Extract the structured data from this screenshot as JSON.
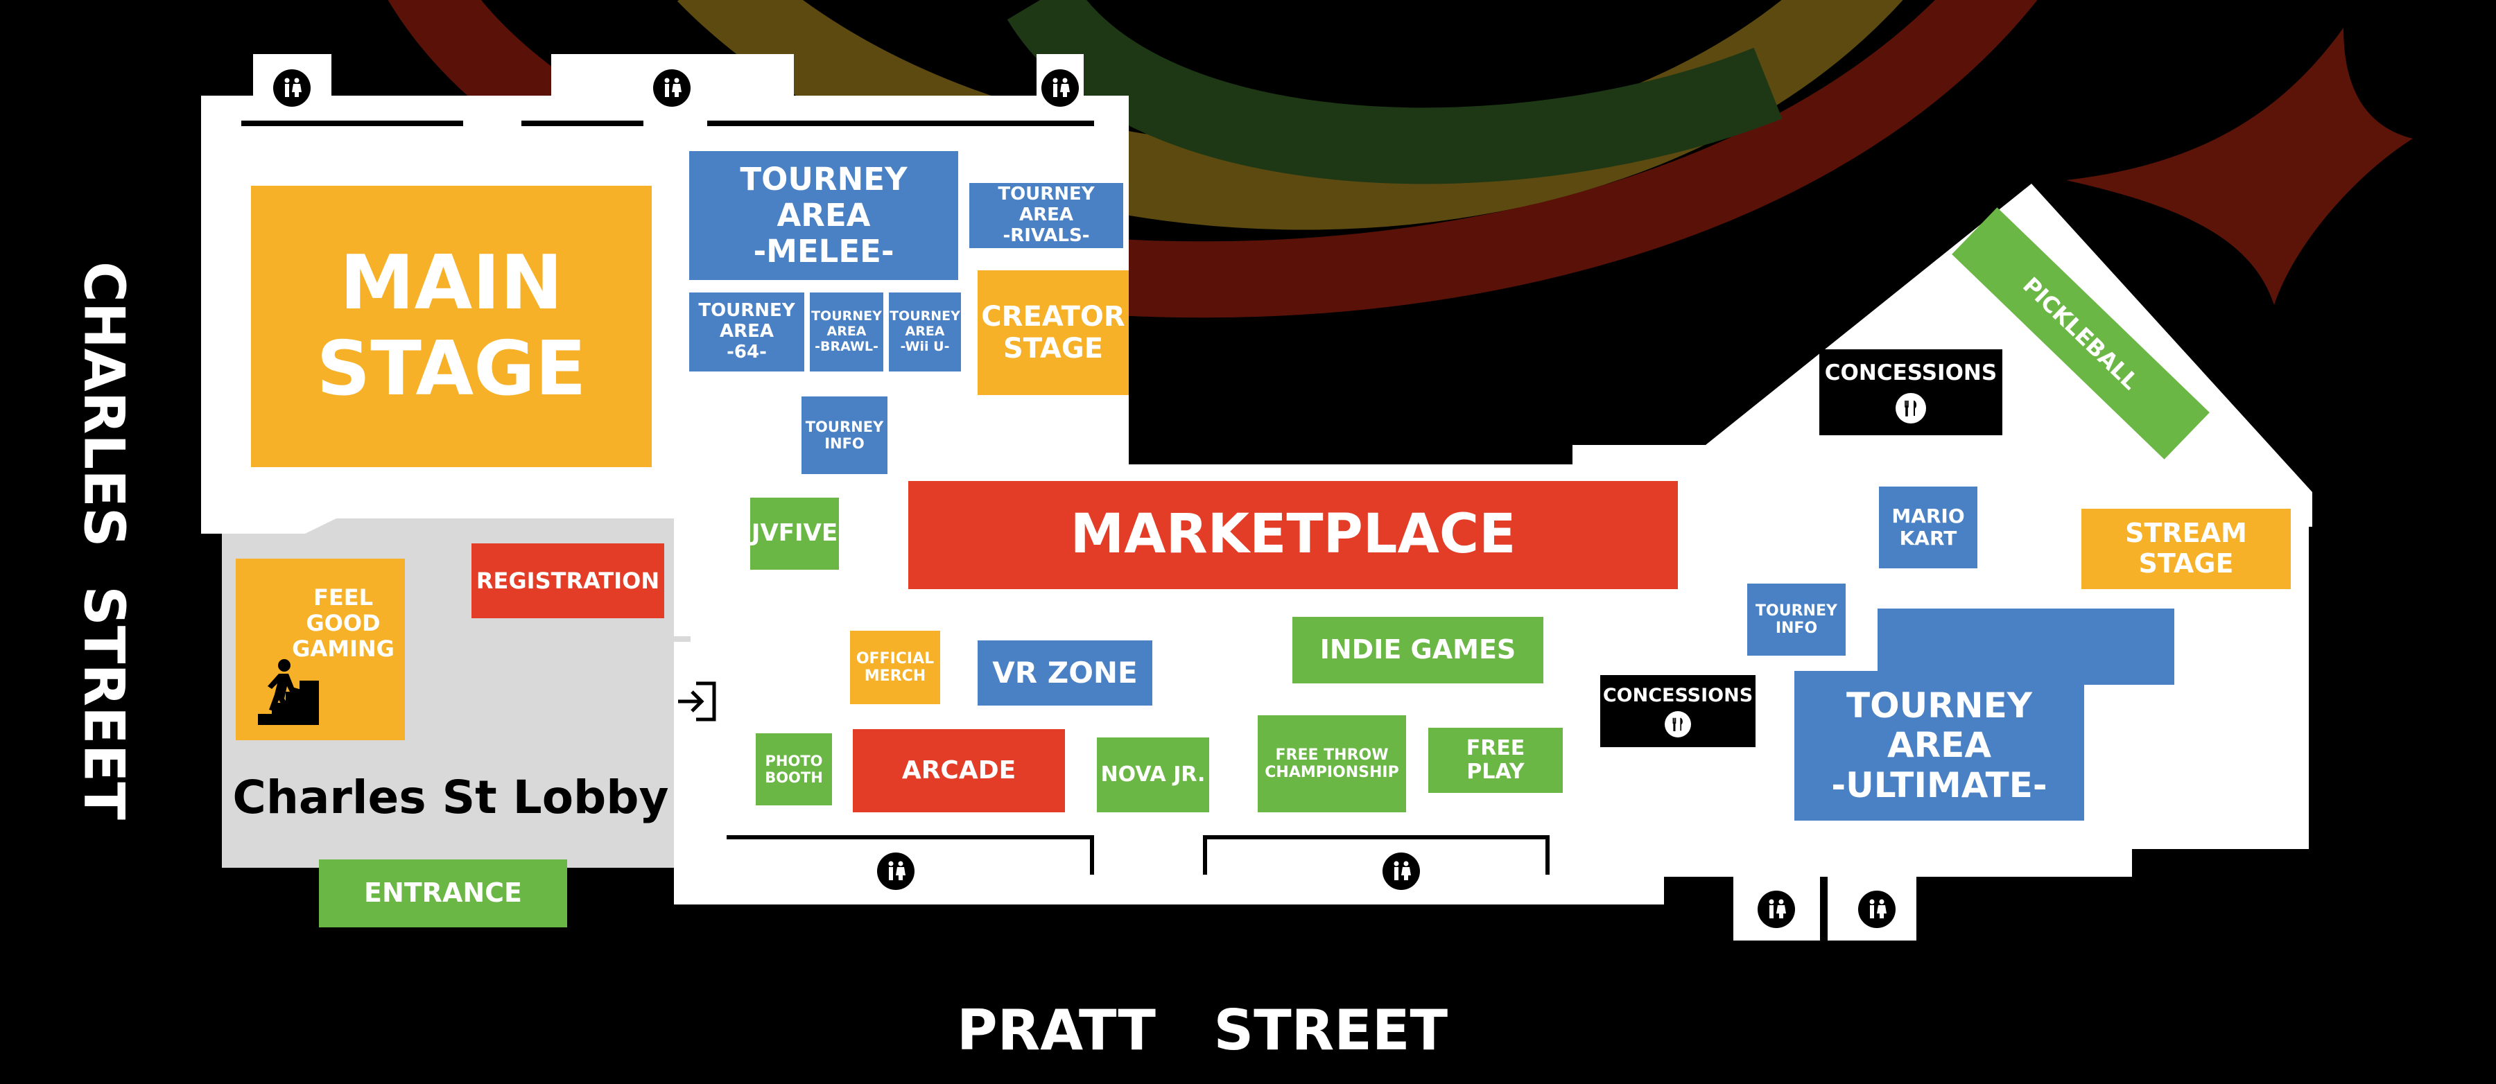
{
  "streets": {
    "charles_street": "CHARLES  STREET",
    "pratt_street": "PRATT   STREET"
  },
  "rooms": {
    "main_stage": [
      "MAIN",
      "STAGE"
    ],
    "tourney_melee": [
      "TOURNEY AREA",
      "-MELEE-"
    ],
    "tourney_rivals": [
      "TOURNEY AREA",
      "-RIVALS-"
    ],
    "tourney_64": [
      "TOURNEY",
      "AREA",
      "-64-"
    ],
    "tourney_brawl": [
      "TOURNEY",
      "AREA",
      "-BRAWL-"
    ],
    "tourney_wiiu": [
      "TOURNEY",
      "AREA",
      "-Wii U-"
    ],
    "creator_stage": [
      "CREATOR",
      "STAGE"
    ],
    "tourney_info_1": [
      "TOURNEY",
      "INFO"
    ],
    "jvfive": "JVFIVE",
    "marketplace": "MARKETPLACE",
    "registration": "REGISTRATION",
    "feel_good_gaming": [
      "FEEL",
      "GOOD",
      "GAMING"
    ],
    "lobby": "Charles St Lobby",
    "entrance": "ENTRANCE",
    "official_merch": [
      "OFFICIAL",
      "MERCH"
    ],
    "vr_zone": "VR ZONE",
    "indie_games": "INDIE GAMES",
    "photo_booth": [
      "PHOTO",
      "BOOTH"
    ],
    "arcade": "ARCADE",
    "nova_jr": "NOVA JR.",
    "free_throw": [
      "FREE THROW",
      "CHAMPIONSHIP"
    ],
    "free_play": [
      "FREE",
      "PLAY"
    ],
    "concessions_1": "CONCESSIONS",
    "concessions_2": "CONCESSIONS",
    "mario_kart": [
      "MARIO",
      "KART"
    ],
    "stream_stage": [
      "STREAM",
      "STAGE"
    ],
    "tourney_info_2": [
      "TOURNEY",
      "INFO"
    ],
    "tourney_ultimate": [
      "TOURNEY AREA",
      "-ULTIMATE-"
    ],
    "pickleball": "PICKLEBALL"
  },
  "icons": {
    "restroom": "restroom-icon",
    "concessions": "fork-knife-icon",
    "stairs": "stairs-icon",
    "entry": "entry-arrow-icon"
  },
  "colors": {
    "background": "#000000",
    "floor": "#ffffff",
    "lobby": "#d9d9d9",
    "blue": "#4a80c4",
    "yellow": "#f6b128",
    "green": "#6bb745",
    "red": "#e33d28"
  }
}
